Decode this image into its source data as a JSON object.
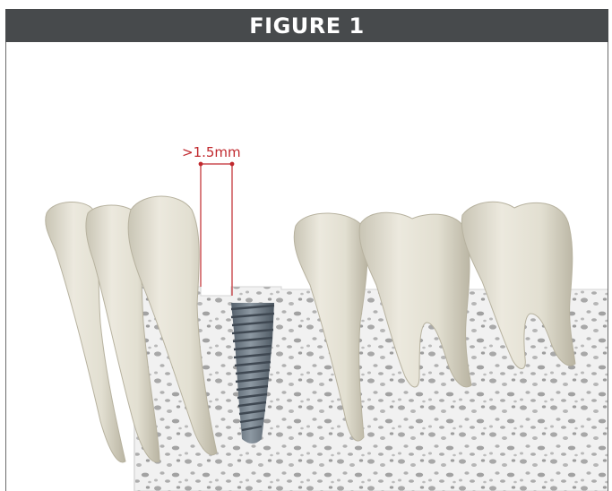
{
  "header": {
    "title": "FIGURE 1"
  },
  "measurement": {
    "label": ">1.5mm",
    "color": "#c0282d"
  },
  "colors": {
    "header_bg": "#474a4c",
    "header_text": "#ffffff",
    "tooth": "#e6e3d6",
    "tooth_shadow": "#bdb8a6",
    "bone": "#f0f0f0",
    "bone_pore": "#a9a9a9",
    "implant": "#6f7b86"
  },
  "icons": {
    "teeth": "molar-and-premolar-teeth",
    "implant": "dental-implant-screw",
    "bone": "trabecular-bone"
  }
}
